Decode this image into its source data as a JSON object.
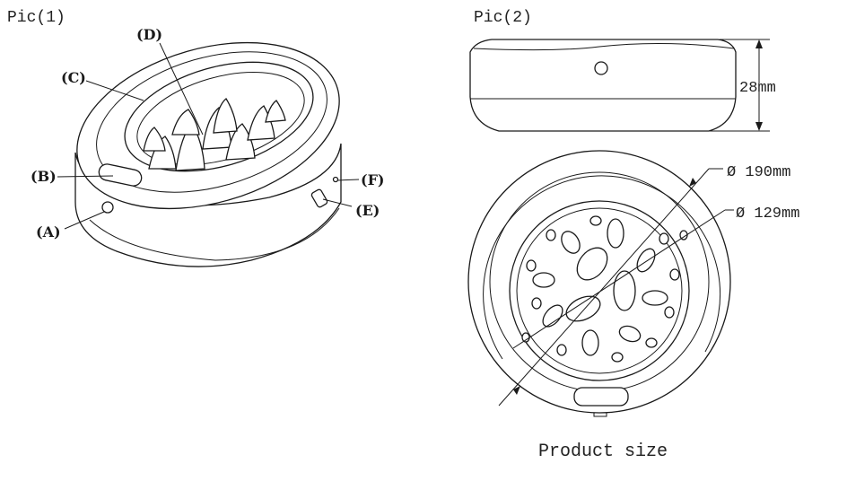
{
  "figure1": {
    "title": "Pic(1)",
    "labels": {
      "a": "(A)",
      "b": "(B)",
      "c": "(C)",
      "d": "(D)",
      "e": "(E)",
      "f": "(F)"
    }
  },
  "figure2": {
    "title": "Pic(2)",
    "height_dim": "28mm",
    "outer_diameter": "Ø 190mm",
    "inner_diameter": "Ø 129mm"
  },
  "caption": "Product size"
}
